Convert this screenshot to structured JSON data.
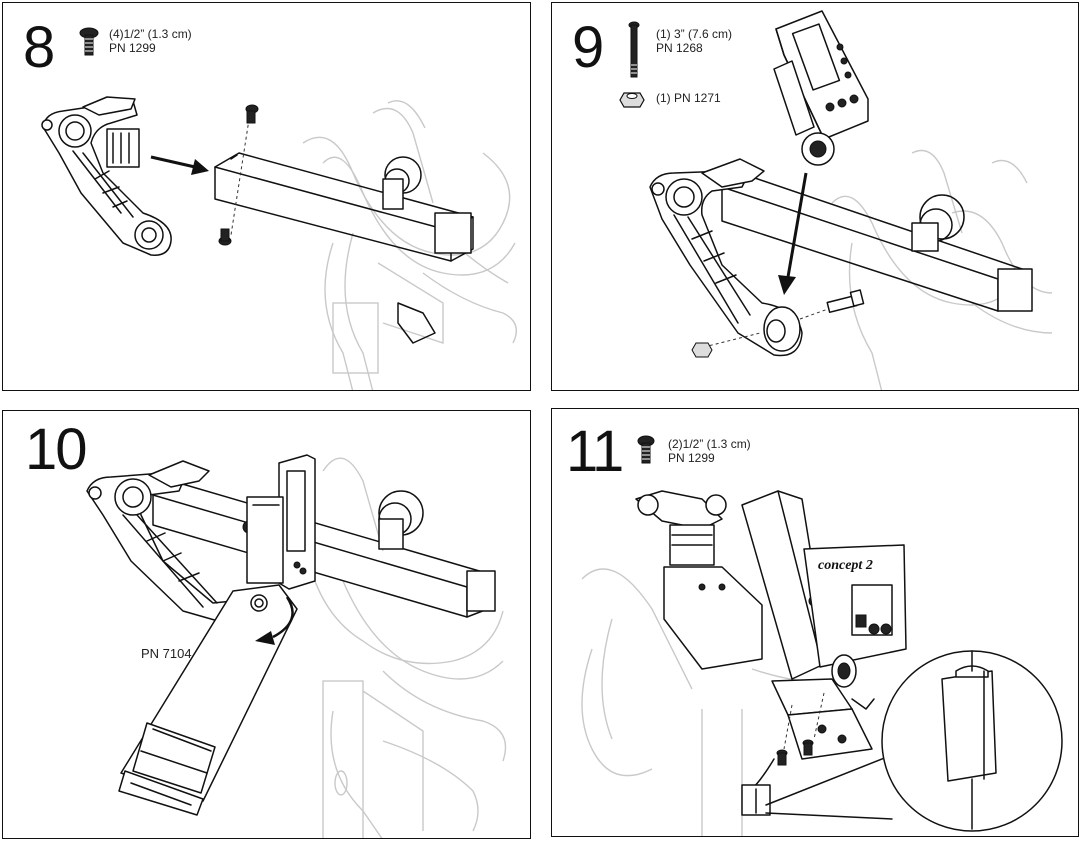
{
  "steps": [
    {
      "number": "8",
      "qty": "(4)1/2” (1.3 cm)",
      "pn": "PN 1299"
    },
    {
      "number": "9",
      "bolt_qty": "(1) 3” (7.6 cm)",
      "bolt_pn": "PN 1268",
      "nut": "(1) PN 1271"
    },
    {
      "number": "10",
      "callout": "PN 7104"
    },
    {
      "number": "11",
      "qty": "(2)1/2” (1.3 cm)",
      "pn": "PN 1299",
      "monitor_brand": "concept 2"
    }
  ],
  "colors": {
    "line": "#111111",
    "ghost": "#c9c9c9",
    "background": "#ffffff"
  },
  "icons": [
    "bolt-short-icon",
    "bolt-long-icon",
    "hex-nut-icon",
    "arrow-icon"
  ]
}
